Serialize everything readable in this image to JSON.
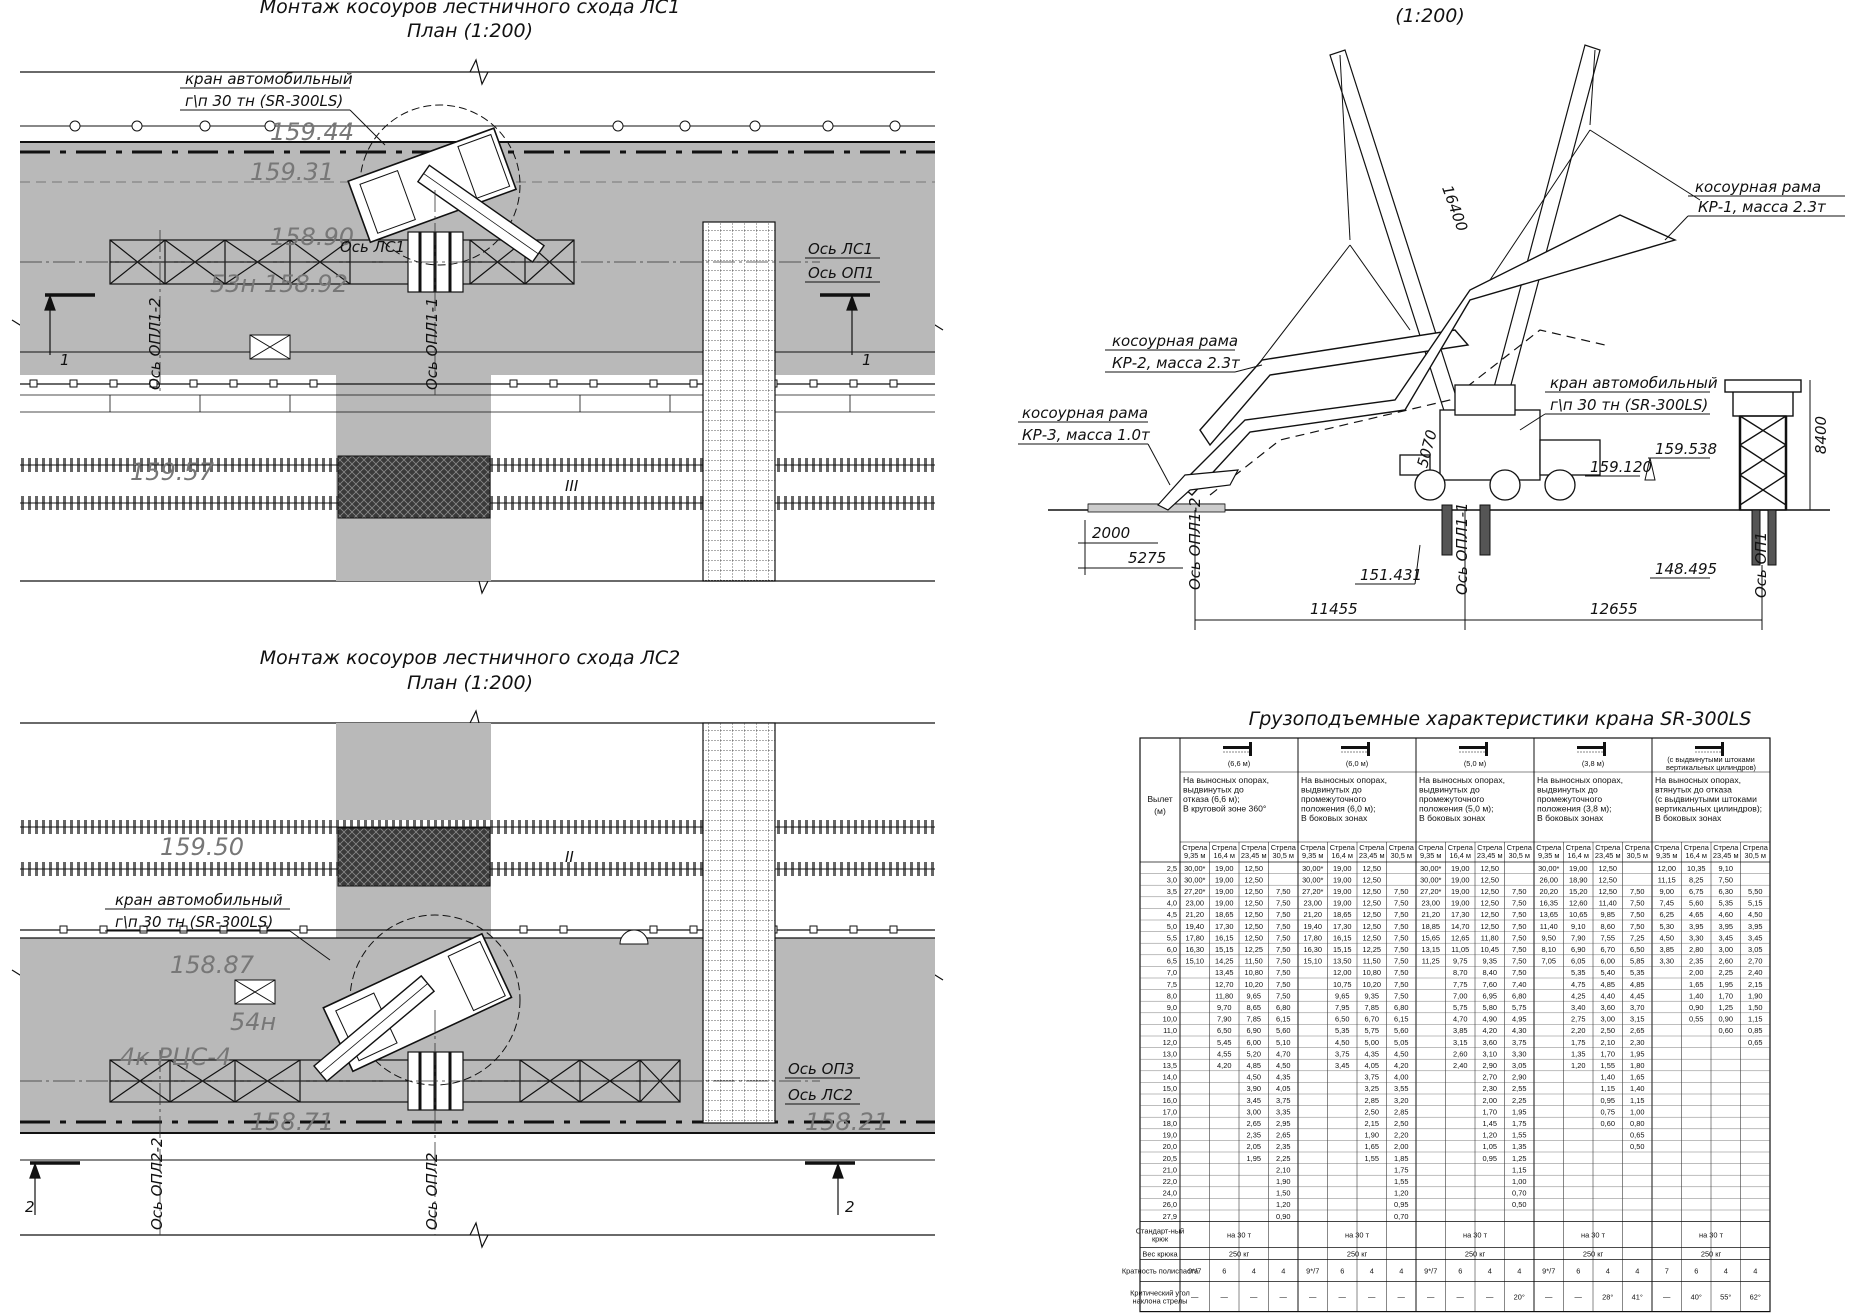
{
  "plan1": {
    "title": "Монтаж косоуров лестничного схода ЛС1",
    "subtitle": "План (1:200)",
    "crane_label_1": "кран автомобильный",
    "crane_label_2": "г\\п 30 тн (SR-300LS)",
    "axis_ls1": "Ось ЛС1",
    "axis_op1": "Ось ОП1",
    "axis_ls1_on": "Ось ЛС1",
    "axis_opl1_2": "Ось ОПЛ1-2",
    "axis_opl1_1": "Ось ОПЛ1-1",
    "elev_a": "159.44",
    "elev_b": "159.31",
    "elev_c": "158.90",
    "elev_d": "53н 158.92",
    "elev_e": "159.57",
    "track": "III",
    "section_mark": "1"
  },
  "plan2": {
    "title": "Монтаж косоуров лестничного схода ЛС2",
    "subtitle": "План (1:200)",
    "crane_label_1": "кран автомобильный",
    "crane_label_2": "г\\п 30 тн (SR-300LS)",
    "axis_op3": "Ось ОП3",
    "axis_ls2": "Ось ЛС2",
    "axis_opl2_2": "Ось ОПЛ2-2",
    "axis_opl2": "Ось ОПЛ2",
    "elev_a": "159.50",
    "elev_b": "158.87",
    "elev_c": "54н",
    "elev_d": "4к РЦС-4",
    "elev_e": "158.71",
    "elev_f": "158.21",
    "track": "II",
    "section_mark": "2"
  },
  "elevation": {
    "scale": "(1:200)",
    "frame_kp1_1": "косоурная рама",
    "frame_kp1_2": "КР-1, масса 2.3т",
    "frame_kp2_1": "косоурная рама",
    "frame_kp2_2": "КР-2, масса 2.3т",
    "frame_kp3_1": "косоурная рама",
    "frame_kp3_2": "КР-3, масса 1.0т",
    "crane_label_1": "кран автомобильный",
    "crane_label_2": "г\\п 30 тн (SR-300LS)",
    "boom_length": "16400",
    "height_dim": "8400",
    "radius_dim": "5070",
    "elev_1": "159.538",
    "elev_2": "159.120",
    "elev_3": "151.431",
    "elev_4": "148.495",
    "dim_2000": "2000",
    "dim_5275": "5275",
    "dim_11455": "11455",
    "dim_12655": "12655",
    "axis_opl1_2": "Ось ОПЛ1-2",
    "axis_opl1_1": "Ось ОПЛ1-1",
    "axis_op1": "Ось ОП1"
  },
  "load_table": {
    "title": "Грузоподъемные характеристики крана SR-300LS",
    "col_vylet": "Вылет (м)",
    "groups": [
      {
        "ext": "(6,6 м)",
        "desc": [
          "На выносных опорах,",
          "выдвинутых до",
          "отказа (6,6 м);",
          "В круговой зоне 360°"
        ]
      },
      {
        "ext": "(6,0 м)",
        "desc": [
          "На выносных опорах,",
          "выдвинутых до",
          "промежуточного",
          "положения (6,0 м);",
          "В боковых зонах"
        ]
      },
      {
        "ext": "(5,0 м)",
        "desc": [
          "На выносных опорах,",
          "выдвинутых до",
          "промежуточного",
          "положения (5,0 м);",
          "В боковых зонах"
        ]
      },
      {
        "ext": "(3,8 м)",
        "desc": [
          "На выносных опорах,",
          "выдвинутых до",
          "промежуточного",
          "положения (3,8 м);",
          "В боковых зонах"
        ]
      },
      {
        "ext": "(с выдвинутыми штоками вертикальных цилиндров)",
        "desc": [
          "На выносных опорах,",
          "втянутых до отказа",
          "(с выдвинутыми штоками",
          "вертикальных цилиндров);",
          "В боковых зонах"
        ]
      }
    ],
    "booms": [
      "Стрела 9,35 м",
      "Стрела 16,4 м",
      "Стрела 23,45 м",
      "Стрела 30,5 м"
    ],
    "rows": [
      [
        "2,5",
        "30,00*",
        "19,00",
        "12,50",
        "",
        "30,00*",
        "19,00",
        "12,50",
        "",
        "30,00*",
        "19,00",
        "12,50",
        "",
        "30,00*",
        "19,00",
        "12,50",
        "",
        "12,00",
        "10,35",
        "9,10",
        ""
      ],
      [
        "3,0",
        "30,00*",
        "19,00",
        "12,50",
        "",
        "30,00*",
        "19,00",
        "12,50",
        "",
        "30,00*",
        "19,00",
        "12,50",
        "",
        "26,00",
        "18,90",
        "12,50",
        "",
        "11,15",
        "8,25",
        "7,50",
        ""
      ],
      [
        "3,5",
        "27,20*",
        "19,00",
        "12,50",
        "7,50",
        "27,20*",
        "19,00",
        "12,50",
        "7,50",
        "27,20*",
        "19,00",
        "12,50",
        "7,50",
        "20,20",
        "15,20",
        "12,50",
        "7,50",
        "9,00",
        "6,75",
        "6,30",
        "5,50"
      ],
      [
        "4,0",
        "23,00",
        "19,00",
        "12,50",
        "7,50",
        "23,00",
        "19,00",
        "12,50",
        "7,50",
        "23,00",
        "19,00",
        "12,50",
        "7,50",
        "16,35",
        "12,60",
        "11,40",
        "7,50",
        "7,45",
        "5,60",
        "5,35",
        "5,15"
      ],
      [
        "4,5",
        "21,20",
        "18,65",
        "12,50",
        "7,50",
        "21,20",
        "18,65",
        "12,50",
        "7,50",
        "21,20",
        "17,30",
        "12,50",
        "7,50",
        "13,65",
        "10,65",
        "9,85",
        "7,50",
        "6,25",
        "4,65",
        "4,60",
        "4,50"
      ],
      [
        "5,0",
        "19,40",
        "17,30",
        "12,50",
        "7,50",
        "19,40",
        "17,30",
        "12,50",
        "7,50",
        "18,85",
        "14,70",
        "12,50",
        "7,50",
        "11,40",
        "9,10",
        "8,60",
        "7,50",
        "5,30",
        "3,95",
        "3,95",
        "3,95"
      ],
      [
        "5,5",
        "17,80",
        "16,15",
        "12,50",
        "7,50",
        "17,80",
        "16,15",
        "12,50",
        "7,50",
        "15,65",
        "12,65",
        "11,80",
        "7,50",
        "9,50",
        "7,90",
        "7,55",
        "7,25",
        "4,50",
        "3,30",
        "3,45",
        "3,45"
      ],
      [
        "6,0",
        "16,30",
        "15,15",
        "12,25",
        "7,50",
        "16,30",
        "15,15",
        "12,25",
        "7,50",
        "13,15",
        "11,05",
        "10,45",
        "7,50",
        "8,10",
        "6,90",
        "6,70",
        "6,50",
        "3,85",
        "2,80",
        "3,00",
        "3,05"
      ],
      [
        "6,5",
        "15,10",
        "14,25",
        "11,50",
        "7,50",
        "15,10",
        "13,50",
        "11,50",
        "7,50",
        "11,25",
        "9,75",
        "9,35",
        "7,50",
        "7,05",
        "6,05",
        "6,00",
        "5,85",
        "3,30",
        "2,35",
        "2,60",
        "2,70"
      ],
      [
        "7,0",
        "",
        "13,45",
        "10,80",
        "7,50",
        "",
        "12,00",
        "10,80",
        "7,50",
        "",
        "8,70",
        "8,40",
        "7,50",
        "",
        "5,35",
        "5,40",
        "5,35",
        "",
        "2,00",
        "2,25",
        "2,40"
      ],
      [
        "7,5",
        "",
        "12,70",
        "10,20",
        "7,50",
        "",
        "10,75",
        "10,20",
        "7,50",
        "",
        "7,75",
        "7,60",
        "7,40",
        "",
        "4,75",
        "4,85",
        "4,85",
        "",
        "1,65",
        "1,95",
        "2,15"
      ],
      [
        "8,0",
        "",
        "11,80",
        "9,65",
        "7,50",
        "",
        "9,65",
        "9,35",
        "7,50",
        "",
        "7,00",
        "6,95",
        "6,80",
        "",
        "4,25",
        "4,40",
        "4,45",
        "",
        "1,40",
        "1,70",
        "1,90"
      ],
      [
        "9,0",
        "",
        "9,70",
        "8,65",
        "6,80",
        "",
        "7,95",
        "7,85",
        "6,80",
        "",
        "5,75",
        "5,80",
        "5,75",
        "",
        "3,40",
        "3,60",
        "3,70",
        "",
        "0,90",
        "1,25",
        "1,50"
      ],
      [
        "10,0",
        "",
        "7,90",
        "7,85",
        "6,15",
        "",
        "6,50",
        "6,70",
        "6,15",
        "",
        "4,70",
        "4,90",
        "4,95",
        "",
        "2,75",
        "3,00",
        "3,15",
        "",
        "0,55",
        "0,90",
        "1,15"
      ],
      [
        "11,0",
        "",
        "6,50",
        "6,90",
        "5,60",
        "",
        "5,35",
        "5,75",
        "5,60",
        "",
        "3,85",
        "4,20",
        "4,30",
        "",
        "2,20",
        "2,50",
        "2,65",
        "",
        "",
        "0,60",
        "0,85"
      ],
      [
        "12,0",
        "",
        "5,45",
        "6,00",
        "5,10",
        "",
        "4,50",
        "5,00",
        "5,05",
        "",
        "3,15",
        "3,60",
        "3,75",
        "",
        "1,75",
        "2,10",
        "2,30",
        "",
        "",
        "",
        "0,65"
      ],
      [
        "13,0",
        "",
        "4,55",
        "5,20",
        "4,70",
        "",
        "3,75",
        "4,35",
        "4,50",
        "",
        "2,60",
        "3,10",
        "3,30",
        "",
        "1,35",
        "1,70",
        "1,95",
        "",
        "",
        "",
        ""
      ],
      [
        "13,5",
        "",
        "4,20",
        "4,85",
        "4,50",
        "",
        "3,45",
        "4,05",
        "4,20",
        "",
        "2,40",
        "2,90",
        "3,05",
        "",
        "1,20",
        "1,55",
        "1,80",
        "",
        "",
        "",
        ""
      ],
      [
        "14,0",
        "",
        "",
        "4,50",
        "4,35",
        "",
        "",
        "3,75",
        "4,00",
        "",
        "",
        "2,70",
        "2,90",
        "",
        "",
        "1,40",
        "1,65",
        "",
        "",
        "",
        ""
      ],
      [
        "15,0",
        "",
        "",
        "3,90",
        "4,05",
        "",
        "",
        "3,25",
        "3,55",
        "",
        "",
        "2,30",
        "2,55",
        "",
        "",
        "1,15",
        "1,40",
        "",
        "",
        "",
        ""
      ],
      [
        "16,0",
        "",
        "",
        "3,45",
        "3,75",
        "",
        "",
        "2,85",
        "3,20",
        "",
        "",
        "2,00",
        "2,25",
        "",
        "",
        "0,95",
        "1,15",
        "",
        "",
        "",
        ""
      ],
      [
        "17,0",
        "",
        "",
        "3,00",
        "3,35",
        "",
        "",
        "2,50",
        "2,85",
        "",
        "",
        "1,70",
        "1,95",
        "",
        "",
        "0,75",
        "1,00",
        "",
        "",
        "",
        ""
      ],
      [
        "18,0",
        "",
        "",
        "2,65",
        "2,95",
        "",
        "",
        "2,15",
        "2,50",
        "",
        "",
        "1,45",
        "1,75",
        "",
        "",
        "0,60",
        "0,80",
        "",
        "",
        "",
        ""
      ],
      [
        "19,0",
        "",
        "",
        "2,35",
        "2,65",
        "",
        "",
        "1,90",
        "2,20",
        "",
        "",
        "1,20",
        "1,55",
        "",
        "",
        "",
        "0,65",
        "",
        "",
        "",
        ""
      ],
      [
        "20,0",
        "",
        "",
        "2,05",
        "2,35",
        "",
        "",
        "1,65",
        "2,00",
        "",
        "",
        "1,05",
        "1,35",
        "",
        "",
        "",
        "0,50",
        "",
        "",
        "",
        ""
      ],
      [
        "20,5",
        "",
        "",
        "1,95",
        "2,25",
        "",
        "",
        "1,55",
        "1,85",
        "",
        "",
        "0,95",
        "1,25",
        "",
        "",
        "",
        "",
        "",
        "",
        "",
        ""
      ],
      [
        "21,0",
        "",
        "",
        "",
        "2,10",
        "",
        "",
        "",
        "1,75",
        "",
        "",
        "",
        "1,15",
        "",
        "",
        "",
        "",
        "",
        "",
        "",
        ""
      ],
      [
        "22,0",
        "",
        "",
        "",
        "1,90",
        "",
        "",
        "",
        "1,55",
        "",
        "",
        "",
        "1,00",
        "",
        "",
        "",
        "",
        "",
        "",
        "",
        ""
      ],
      [
        "24,0",
        "",
        "",
        "",
        "1,50",
        "",
        "",
        "",
        "1,20",
        "",
        "",
        "",
        "0,70",
        "",
        "",
        "",
        "",
        "",
        "",
        "",
        ""
      ],
      [
        "26,0",
        "",
        "",
        "",
        "1,20",
        "",
        "",
        "",
        "0,95",
        "",
        "",
        "",
        "0,50",
        "",
        "",
        "",
        "",
        "",
        "",
        "",
        ""
      ],
      [
        "27,9",
        "",
        "",
        "",
        "0,90",
        "",
        "",
        "",
        "0,70",
        "",
        "",
        "",
        "",
        "",
        "",
        "",
        "",
        "",
        "",
        "",
        ""
      ]
    ],
    "hook_label": "Стандарт-ный крюк",
    "hook_value": "на 30 т",
    "hook_weight_label": "Вес крюка",
    "hook_weight": "250 кг",
    "reeving_label": "Кратность полиспаста",
    "reeving": [
      "9*/7",
      "6",
      "4",
      "4",
      "9*/7",
      "6",
      "4",
      "4",
      "9*/7",
      "6",
      "4",
      "4",
      "9*/7",
      "6",
      "4",
      "4",
      "7",
      "6",
      "4",
      "4"
    ],
    "angle_label": "Критический угол наклона стрелы",
    "angles": [
      "—",
      "—",
      "—",
      "—",
      "—",
      "—",
      "—",
      "—",
      "—",
      "—",
      "—",
      "20°",
      "—",
      "—",
      "28°",
      "41°",
      "—",
      "40°",
      "55°",
      "62°"
    ]
  }
}
